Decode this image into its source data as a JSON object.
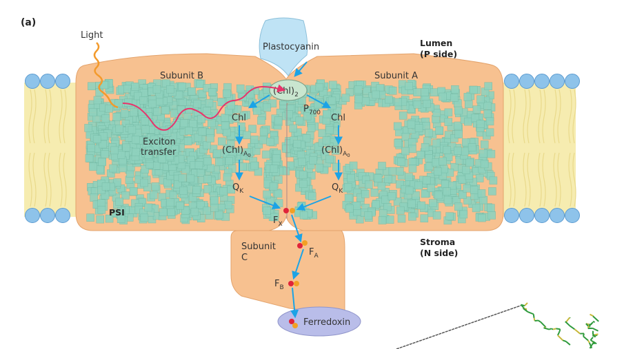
{
  "panel_label": "(a)",
  "labels": {
    "light": "Light",
    "plastocyanin": "Plastocyanin",
    "lumen": "Lumen",
    "lumen_side": "(P side)",
    "subunit_b": "Subunit B",
    "subunit_a": "Subunit A",
    "chl2": "(Chl)",
    "chl2_sub": "2",
    "p700": "P",
    "p700_sub": "700",
    "chl_left": "Chl",
    "chl_right": "Chl",
    "chla0_left": "(Chl)",
    "chla0_right": "(Chl)",
    "a0_sub": "A",
    "a0_subsub": "0",
    "qk": "Q",
    "qk_sub": "K",
    "exciton_1": "Exciton",
    "exciton_2": "transfer",
    "psi": "PSI",
    "fx": "F",
    "fx_sub": "X",
    "subunit_c_1": "Subunit",
    "subunit_c_2": "C",
    "fa": "F",
    "fa_sub": "A",
    "fb": "F",
    "fb_sub": "B",
    "ferredoxin": "Ferredoxin",
    "stroma": "Stroma",
    "stroma_side": "(N side)"
  },
  "colors": {
    "protein": "#f7c190",
    "protein_edge": "#e3a36c",
    "helix": "#8fd2be",
    "lipid_head": "#8ec3ea",
    "lipid_tail": "#f6ecb0",
    "arrow_blue": "#1ba3e6",
    "exciton_pink": "#e8336b",
    "plastocyanin": "#bfe3f5",
    "ferredoxin": "#b9bde9",
    "p700": "#c9e6cf"
  }
}
